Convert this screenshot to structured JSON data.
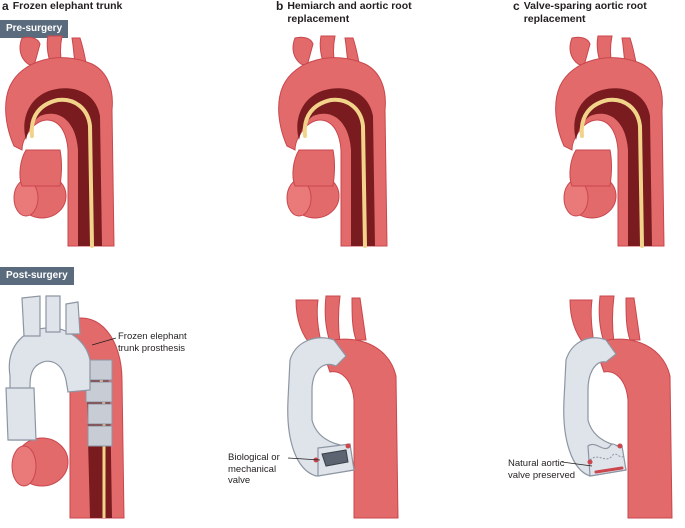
{
  "panels": [
    {
      "letter": "a",
      "title": [
        "Frozen elephant trunk"
      ]
    },
    {
      "letter": "b",
      "title": [
        "Hemiarch and aortic root",
        "replacement"
      ]
    },
    {
      "letter": "c",
      "title": [
        "Valve-sparing aortic root",
        "replacement"
      ]
    }
  ],
  "stages": {
    "pre": "Pre-surgery",
    "post": "Post-surgery"
  },
  "labels": {
    "fet": [
      "Frozen elephant",
      "trunk prosthesis"
    ],
    "valve": [
      "Biological or",
      "mechanical",
      "valve"
    ],
    "natural": [
      "Natural aortic",
      "valve preserved"
    ]
  },
  "colors": {
    "aorta_wall": "#e26a6a",
    "aorta_outline": "#c9474d",
    "false_lumen": "#7a1b1f",
    "intimal_flap": "#f2d38a",
    "graft": "#dfe3ea",
    "graft_outline": "#8d96a3",
    "badge": "#5b6b7e"
  }
}
